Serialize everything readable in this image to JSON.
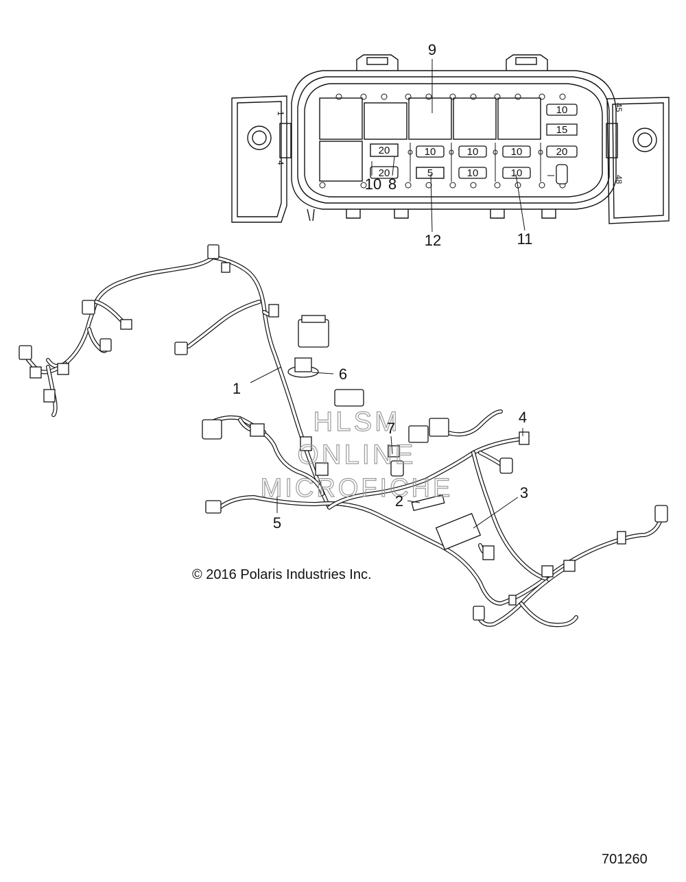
{
  "callouts": {
    "c1": "1",
    "c2": "2",
    "c3": "3",
    "c4": "4",
    "c5": "5",
    "c6": "6",
    "c7": "7",
    "c8": "8",
    "c9": "9",
    "c10": "10",
    "c11": "11",
    "c12": "12"
  },
  "fuse_box": {
    "pin_labels": {
      "p1": "1",
      "p4": "4",
      "p45": "45",
      "p48": "48"
    },
    "fuses": {
      "r1": "10",
      "r2": "15",
      "r3": "20",
      "m1": "20",
      "m2": "20",
      "a1": "10",
      "a2": "5",
      "b1": "10",
      "b2": "10",
      "d1": "10",
      "d2": "10"
    }
  },
  "watermark": {
    "line1": "HLSM",
    "line2": "ONLINE",
    "line3": "MICROFICHE"
  },
  "copyright": "© 2016 Polaris Industries Inc.",
  "diagram_id": "701260"
}
